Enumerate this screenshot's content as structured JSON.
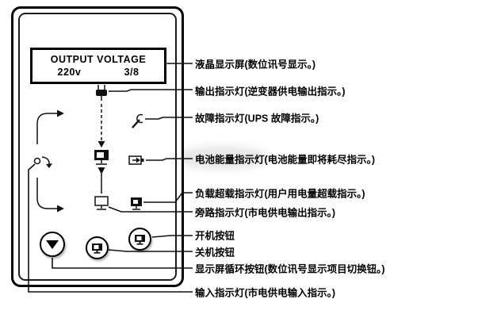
{
  "panel": {
    "lcd": {
      "line1": "OUTPUT VOLTAGE",
      "voltage": "220v",
      "ratio": "3/8"
    }
  },
  "icons": {
    "display_cycle_button": "triangle-down-icon",
    "off_button": "monitor-icon",
    "on_button": "monitor-icon",
    "flow": [
      "inverter-output-icon",
      "dashed-down-arrow-icon",
      "load-icon",
      "up-arrow-icon",
      "bypass-icon"
    ],
    "status": [
      "wrench-fault-icon",
      "battery-icon",
      "overload-icon",
      "input-indicator-icon"
    ]
  },
  "labels": [
    "液晶显示屏(数位讯号显示。)",
    "输出指示灯(逆变器供电输出指示。)",
    "故障指示灯(UPS 故障指示。)",
    "电池能量指示灯(电池能量即将耗尽指示。)",
    "负载超载指示灯(用户用电量超载指示。)",
    "旁路指示灯(市电供电输出指示。)",
    "开机按钮",
    "关机按钮",
    "显示屏循环按钮(数位讯号显示项目切换钮。)",
    "输入指示灯(市电供电输入指示。)"
  ],
  "colors": {
    "line": "#111111",
    "panel_border": "#000000",
    "text": "#000000",
    "background": "#ffffff"
  }
}
